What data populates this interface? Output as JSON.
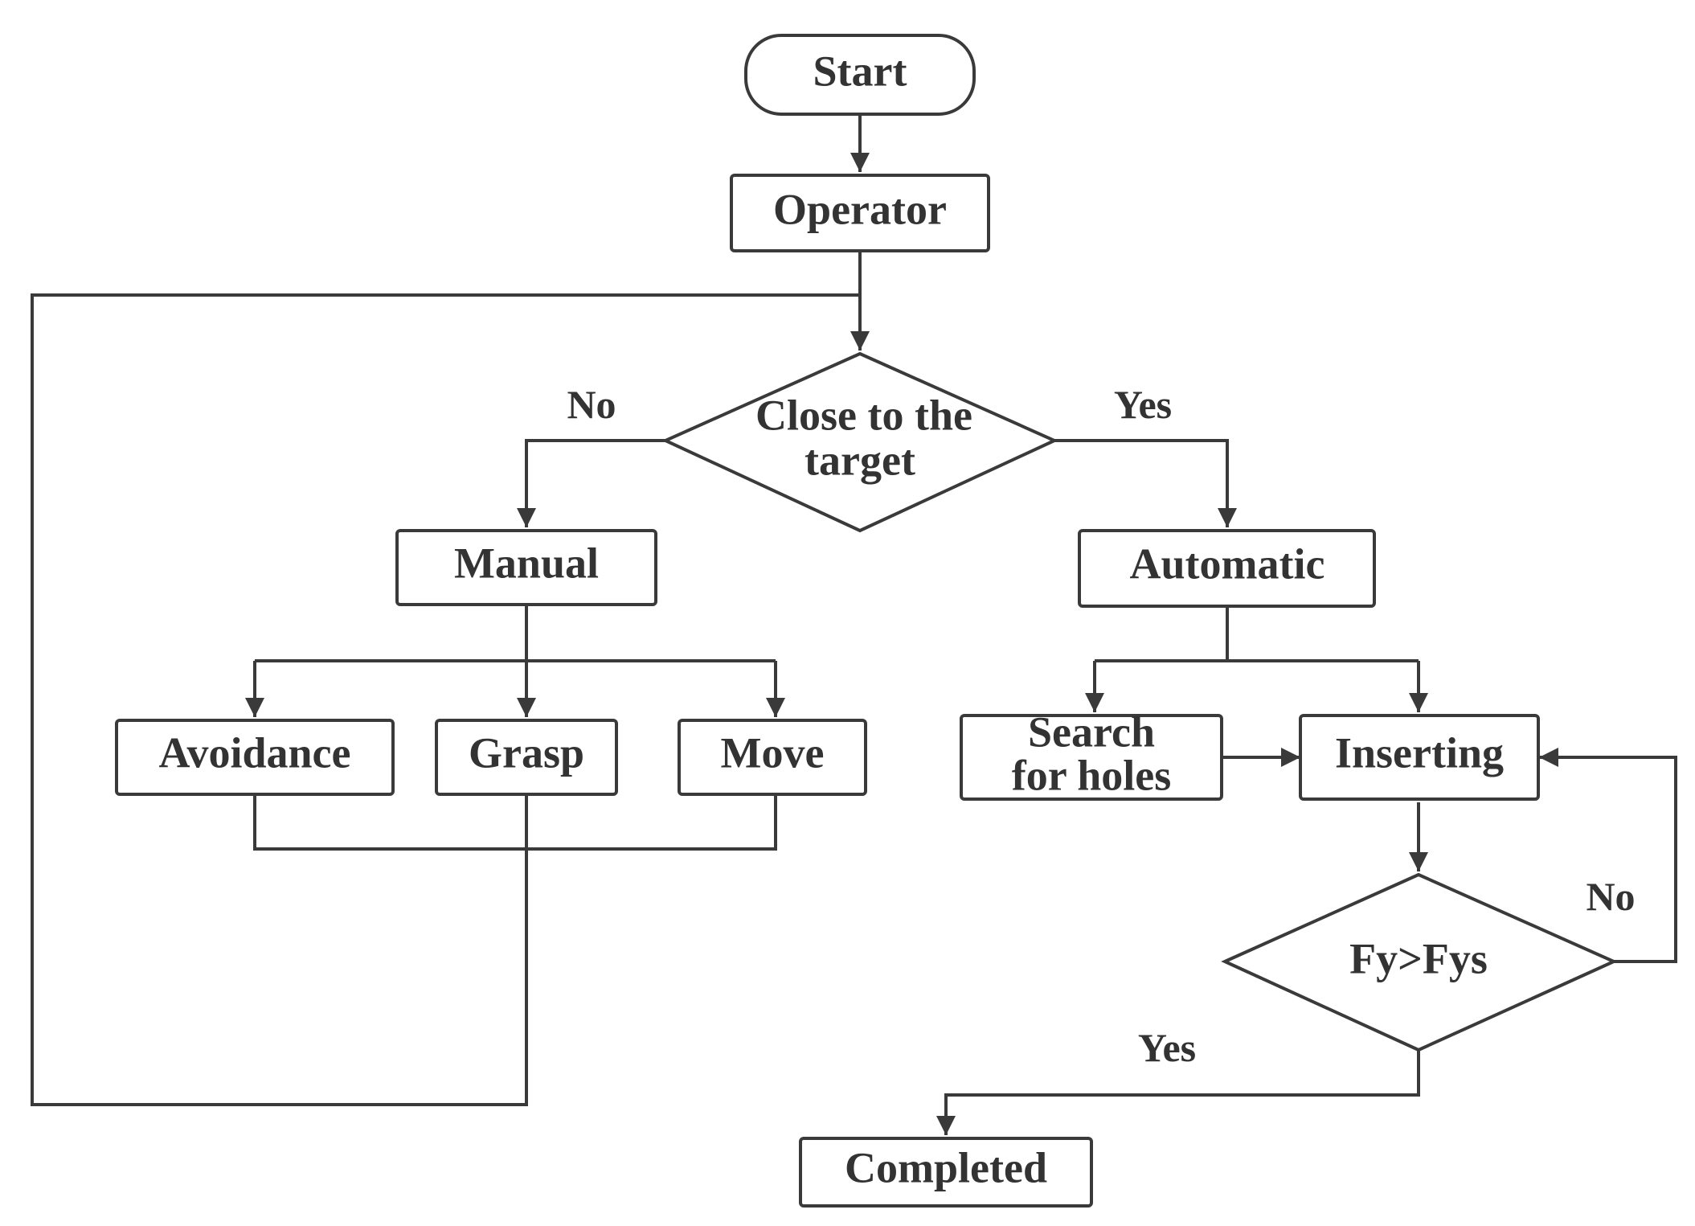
{
  "nodes": {
    "start": "Start",
    "operator": "Operator",
    "decision_close": [
      "Close to the",
      "target"
    ],
    "manual": "Manual",
    "automatic": "Automatic",
    "avoidance": "Avoidance",
    "grasp": "Grasp",
    "move": "Move",
    "search_holes": [
      "Search",
      "for holes"
    ],
    "inserting": "Inserting",
    "decision_force": "Fy>Fys",
    "completed": "Completed"
  },
  "edge_labels": {
    "close_no": "No",
    "close_yes": "Yes",
    "force_no": "No",
    "force_yes": "Yes"
  },
  "colors": {
    "line": "#3a3a3a",
    "text": "#333333",
    "background": "#ffffff"
  }
}
